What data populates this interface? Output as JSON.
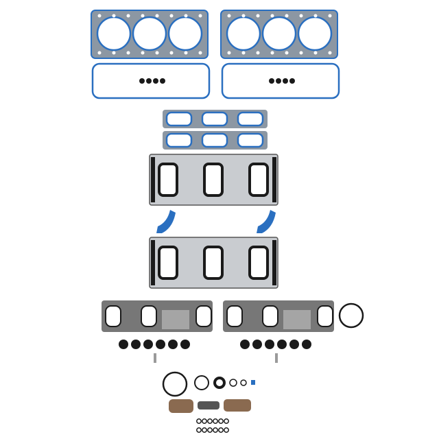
{
  "product": {
    "components": [
      "cylinder-head-gasket",
      "valve-cover-gasket",
      "upper-intake-gasket",
      "intake-plenum-gasket",
      "coolant-seal",
      "exhaust-manifold-gasket",
      "o-ring",
      "grommet",
      "dowel-pin",
      "small-gasket"
    ]
  },
  "colors": {
    "background": "#ffffff",
    "gasket_gray": "#8c97a3",
    "gasket_blue": "#2a6fc0",
    "rubber_black": "#1a1a1a",
    "metal_gray": "#9a9a9a",
    "copper": "#8a6a50"
  }
}
